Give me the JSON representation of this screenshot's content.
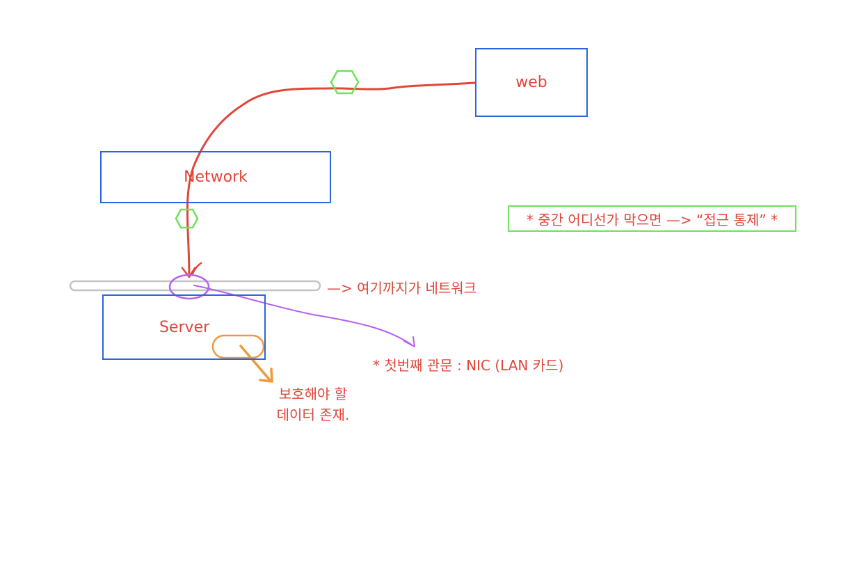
{
  "diagram": {
    "nodes": {
      "web": "web",
      "network": "Network",
      "server": "Server"
    },
    "notes": {
      "access_control": "* 중간 어디선가 막으면 —> “접근 통제” *",
      "network_boundary": "—> 여기까지가 네트워크",
      "first_gate": "* 첫번째 관문 : NIC (LAN 카드)",
      "data_line1": "보호해야 할",
      "data_line2": "데이터 존재."
    }
  },
  "colors": {
    "box_border": "#2b63e0",
    "label_text": "#e0463a",
    "route_line": "#e0463a",
    "gate_hexagon": "#6fe05a",
    "nic_marker": "#b85ef0",
    "data_marker": "#ee9a3a",
    "network_bar": "#c4c4c4"
  }
}
